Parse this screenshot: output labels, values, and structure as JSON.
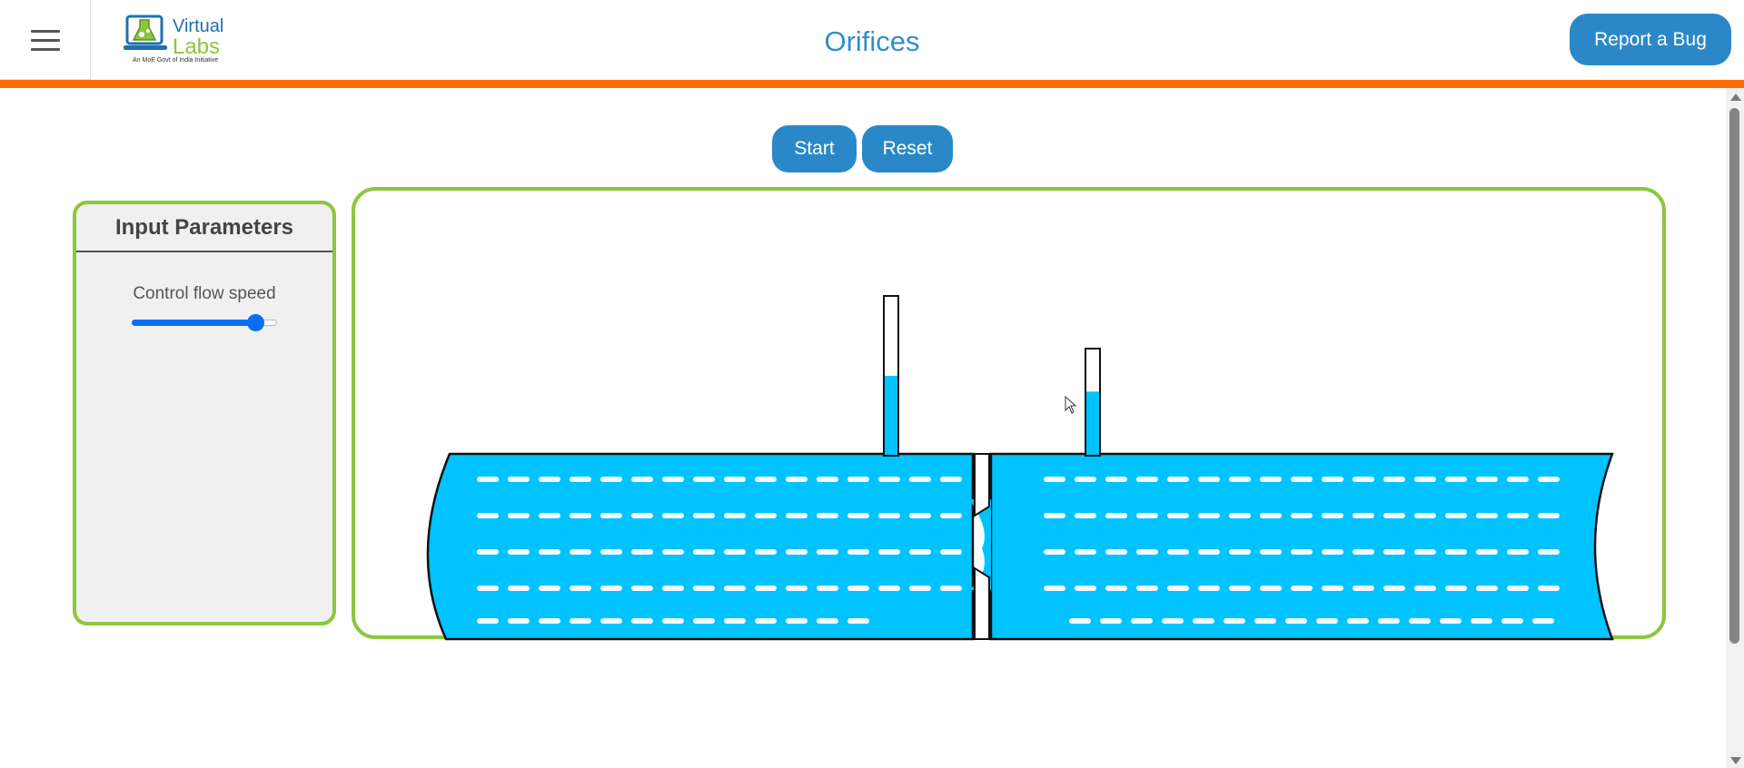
{
  "header": {
    "logo_line1": "Virtual",
    "logo_line2": "Labs",
    "logo_tagline": "An MoE Govt of India Initiative",
    "title": "Orifices",
    "report_bug_label": "Report a Bug"
  },
  "controls": {
    "start_label": "Start",
    "reset_label": "Reset"
  },
  "input_panel": {
    "title": "Input Parameters",
    "flow_speed": {
      "label": "Control flow speed",
      "value_fraction": 0.9
    }
  },
  "simulation": {
    "piezometer_left_water_level": 0.5,
    "piezometer_right_water_level": 0.6
  },
  "colors": {
    "accent": "#2b88c8",
    "title_color": "#2f8fcb",
    "orange_bar": "#ff6a00",
    "panel_border": "#8cc63f",
    "water": "#00c3ff",
    "slider": "#0a6ef5"
  }
}
